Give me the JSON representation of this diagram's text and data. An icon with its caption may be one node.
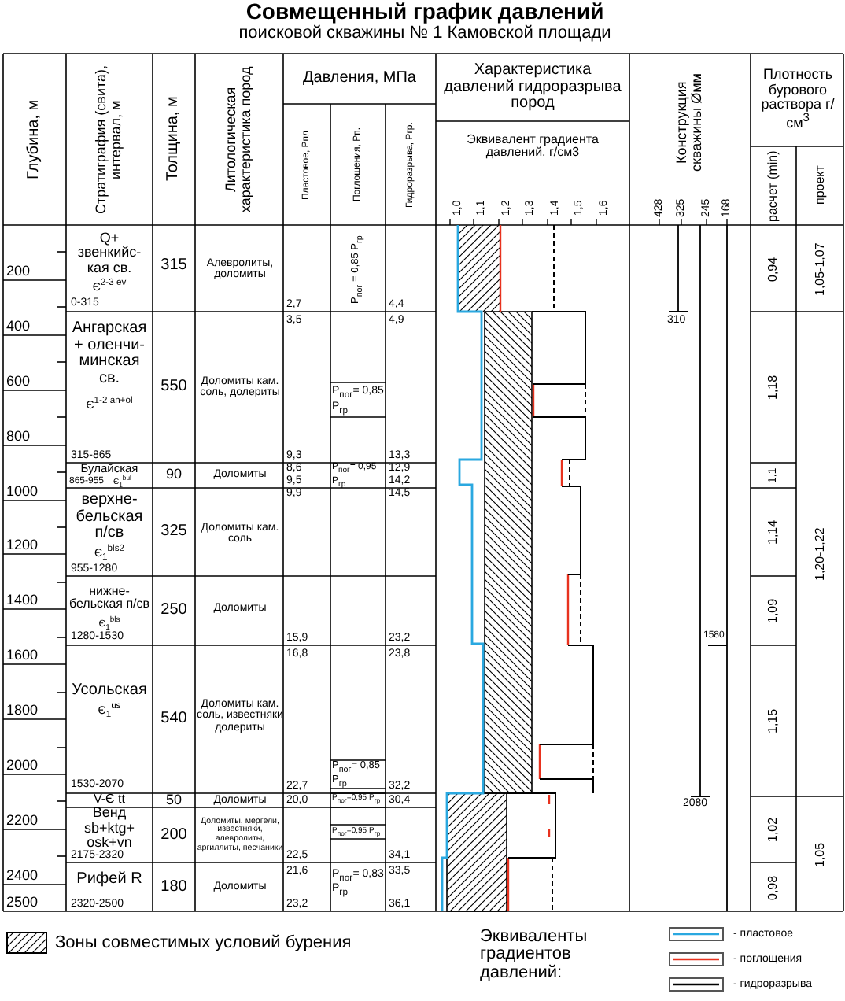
{
  "diagram": {
    "title": "Совмещенный график давлений",
    "labels": [
      "поисковой скважины № 1 Камовской площади",
      "Глубина, м",
      "Стратиграфия (свита), интервал, м",
      "Толщина, м",
      "Литологическая характеристика пород",
      "Давления, МПа",
      "Пластовое, Рпл",
      "Поглощения, Рп.",
      "Гидроразрыва, Ргр.",
      "Характеристика давлений гидроразрыва пород",
      "Эквивалент градиента давлений, г/см3",
      "1,0",
      "1,1",
      "1,2",
      "1,3",
      "1,4",
      "1,5",
      "1,6",
      "Конструкция скважины Øмм",
      "428",
      "325",
      "245",
      "168",
      "Плотность бурового раствора г/см$^{3}$",
      "расчет (min)",
      "проект",
      "200",
      "400",
      "600",
      "800",
      "1000",
      "1200",
      "1400",
      "1600",
      "1800",
      "2000",
      "2200",
      "2400",
      "2500",
      "Q+ звенкийс- кая св.",
      "Є$^{2-3 ev}$",
      "0-315",
      "315",
      "Алевролиты, доломиты",
      "Р$_{пог}$ = 0,85 Р$_{гр}$",
      "2,7",
      "4,4",
      "0,94",
      "1,05-1,07",
      "Ангарская + оленчи- минская св.",
      "Є$^{1-2 an+ol}$",
      "315-865",
      "550",
      "Доломиты кам. соль, долериты",
      "3,5",
      "9,3",
      "Р$_{пог}$= 0,85 Р$_{гр}$",
      "4,9",
      "13,3",
      "1,18",
      "1,20-1,22",
      "Булайская",
      "865-955",
      "Є$_{1}$$^{bul}$",
      "90",
      "Доломиты",
      "8,6",
      "9,5",
      "Р$_{пог}$= 0,95 Р$_{гр}$",
      "12,9",
      "14,2",
      "1,1",
      "верхне- бельская п/св",
      "Є$_{1}$$^{bls2}$",
      "955-1280",
      "325",
      "Доломиты кам. соль",
      "9,9",
      "14,5",
      "1,14",
      "нижне- бельская п/св",
      "Є$_{1}$$^{bls}$",
      "1280-1530",
      "250",
      "Доломиты",
      "15,9",
      "23,2",
      "1,09",
      "Усольская",
      "Є$_{1}$$^{us}$",
      "1530-2070",
      "540",
      "Доломиты кам. соль, известняки долериты",
      "16,8",
      "22,7",
      "Р$_{пог}$= 0,85 Р$_{гр}$",
      "23,8",
      "32,2",
      "1,15",
      "V-Є tt",
      "50",
      "Доломиты",
      "20,0",
      "Р$_{пог}$=0,95 Р$_{гр}$",
      "30,4",
      "Венд sb+ktg+ osk+vn",
      "2175-2320",
      "200",
      "Доломиты, мергели, известняки, алевролиты, аргиллиты, песчаники",
      "22,5",
      "Р$_{пог}$=0,95 Р$_{гр}$",
      "34,1",
      "1,02",
      "1,05",
      "Рифей R",
      "2320-2500",
      "180",
      "Доломиты",
      "21,6",
      "23,2",
      "Р$_{пог}$= 0,83 Р$_{гр}$",
      "33,5",
      "36,1",
      "0,98",
      "310",
      "1580",
      "2080",
      "Эквиваленты градиентов давлений:"
    ],
    "legend": [
      {
        "text": "Зоны совместимых условий бурения"
      },
      {
        "text": "- пластовое",
        "color": "#2aa8e0"
      },
      {
        "text": "- поглощения",
        "color": "#e8321e"
      },
      {
        "text": "- гидроразрыва",
        "color": "#000000"
      }
    ]
  }
}
